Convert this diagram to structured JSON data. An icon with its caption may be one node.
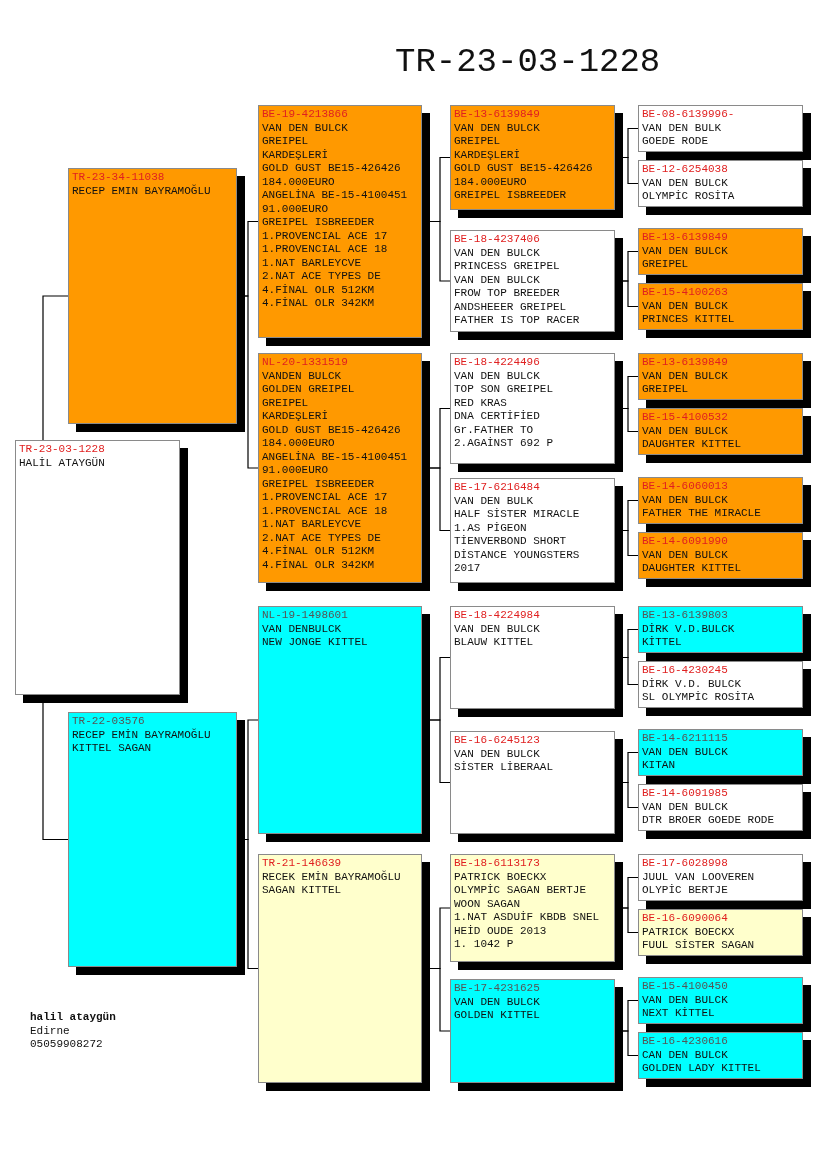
{
  "diagram": {
    "title": "TR-23-03-1228",
    "nodes": [
      {
        "text": [
          "TR-23-03-1228",
          "HALİL ATAYGÜN"
        ]
      },
      {
        "text": [
          "TR-23-34-11038",
          "RECEP EMIN BAYRAMOĞLU"
        ]
      },
      {
        "text": [
          "TR-22-03576",
          "RECEP EMİN BAYRAMOĞLU",
          "KITTEL SAGAN"
        ]
      },
      {
        "text": [
          "BE-19-4213866",
          "VAN DEN BULCK",
          "GREIPEL",
          "KARDEŞLERİ",
          "GOLD GUST BE15-426426",
          "184.000EURO",
          "ANGELİNA BE-15-4100451",
          "91.000EURO",
          "GREIPEL ISBREEDER",
          "1.PROVENCIAL ACE 17",
          "1.PROVENCIAL ACE 18",
          "1.NAT BARLEYCVE",
          "2.NAT ACE TYPES DE",
          "4.FİNAL OLR 512KM 4.FİNAL OLR 342KM"
        ]
      },
      {
        "text": [
          "NL-20-1331519",
          "VANDEN BULCK",
          "GOLDEN GREIPEL",
          "GREIPEL",
          "KARDEŞLERİ",
          "GOLD GUST BE15-426426",
          "184.000EURO",
          "ANGELİNA BE-15-4100451",
          "91.000EURO",
          "GREIPEL ISBREEDER",
          "1.PROVENCIAL ACE 17",
          "1.PROVENCIAL ACE 18",
          "1.NAT BARLEYCVE",
          "2.NAT ACE TYPES DE",
          "4.FİNAL OLR 512KM 4.FİNAL OLR 342KM"
        ]
      },
      {
        "text": [
          "NL-19-1498601",
          "VAN DENBULCK",
          "NEW JONGE KITTEL"
        ]
      },
      {
        "text": [
          "TR-21-146639",
          "RECEK EMİN BAYRAMOĞLU",
          "SAGAN KITTEL"
        ]
      },
      {
        "text": [
          "BE-13-6139849",
          "VAN DEN BULCK",
          "GREIPEL",
          "KARDEŞLERİ",
          "GOLD GUST BE15-426426",
          "184.000EURO",
          "GREIPEL ISBREEDER"
        ]
      },
      {
        "text": [
          "BE-18-4237406",
          "VAN DEN BULCK",
          "PRINCESS GREIPEL",
          "VAN DEN BULCK",
          "FROW TOP BREEDER",
          "ANDSHEEER GREIPEL",
          "FATHER IS TOP RACER"
        ]
      },
      {
        "text": [
          "BE-18-4224496",
          "VAN DEN BULCK",
          "TOP SON GREIPEL",
          "RED KRAS",
          "DNA CERTİFİED",
          "Gr.FATHER TO",
          "2.AGAİNST 692 P"
        ]
      },
      {
        "text": [
          "BE-17-6216484",
          "VAN DEN BULK",
          "HALF SİSTER MIRACLE",
          "1.AS PİGEON",
          "TİENVERBOND SHORT",
          "DİSTANCE YOUNGSTERS",
          "2017"
        ]
      },
      {
        "text": [
          "BE-18-4224984",
          "VAN DEN BULCK",
          "BLAUW KITTEL"
        ]
      },
      {
        "text": [
          "BE-16-6245123",
          "VAN DEN BULCK",
          "SİSTER LİBERAAL"
        ]
      },
      {
        "text": [
          "BE-18-6113173",
          "PATRICK BOECKX",
          "OLYMPİC SAGAN BERTJE",
          "WOON SAGAN",
          "1.NAT ASDUİF KBDB SNEL",
          "HEİD OUDE 2013",
          "1. 1042 P"
        ]
      },
      {
        "text": [
          "BE-17-4231625",
          "VAN DEN BULCK",
          "GOLDEN KITTEL"
        ]
      },
      {
        "text": [
          "BE-08-6139996-",
          "VAN DEN BULK",
          "GOEDE RODE"
        ]
      },
      {
        "text": [
          "BE-12-6254038",
          "VAN DEN BULCK",
          "OLYMPİC ROSİTA"
        ]
      },
      {
        "text": [
          "BE-13-6139849",
          "VAN DEN BULCK",
          "GREIPEL"
        ]
      },
      {
        "text": [
          "BE-15-4100263",
          "VAN DEN BULCK",
          "PRINCES KITTEL"
        ]
      },
      {
        "text": [
          "BE-13-6139849",
          "VAN DEN BULCK",
          "GREIPEL"
        ]
      },
      {
        "text": [
          "BE-15-4100532",
          "VAN DEN BULCK",
          "DAUGHTER KITTEL"
        ]
      },
      {
        "text": [
          "BE-14-6060013",
          "VAN DEN BULCK",
          "FATHER THE MIRACLE"
        ]
      },
      {
        "text": [
          "BE-14-6091990",
          "VAN DEN BULCK",
          "DAUGHTER KITTEL"
        ]
      },
      {
        "text": [
          "BE-13-6139803",
          "DİRK V.D.BULCK",
          "KİTTEL"
        ]
      },
      {
        "text": [
          "BE-16-4230245",
          "DİRK V.D. BULCK",
          "SL OLYMPİC ROSİTA"
        ]
      },
      {
        "text": [
          "BE-14-6211115",
          "VAN DEN BULCK",
          "KITAN"
        ]
      },
      {
        "text": [
          "BE-14-6091985",
          "VAN DEN BULCK",
          "DTR BROER GOEDE RODE"
        ]
      },
      {
        "text": [
          "BE-17-6028998",
          "JUUL VAN LOOVEREN",
          "OLYPİC BERTJE"
        ]
      },
      {
        "text": [
          "BE-16-6090064",
          "PATRICK BOECKX",
          "FUUL SİSTER SAGAN"
        ]
      },
      {
        "text": [
          "BE-15-4100450",
          "VAN DEN BULCK",
          "NEXT KİTTEL"
        ]
      },
      {
        "text": [
          "BE-16-4230616",
          "CAN DEN BULCK",
          "GOLDEN LADY KITTEL"
        ]
      }
    ],
    "edges": [
      {
        "from": 0,
        "to": 1,
        "arrow": "none"
      },
      {
        "from": 0,
        "to": 2,
        "arrow": "none"
      },
      {
        "from": 1,
        "to": 3,
        "arrow": "none"
      },
      {
        "from": 1,
        "to": 4,
        "arrow": "none"
      },
      {
        "from": 2,
        "to": 5,
        "arrow": "none"
      },
      {
        "from": 2,
        "to": 6,
        "arrow": "none"
      },
      {
        "from": 3,
        "to": 7,
        "arrow": "none"
      },
      {
        "from": 3,
        "to": 8,
        "arrow": "none"
      },
      {
        "from": 4,
        "to": 9,
        "arrow": "none"
      },
      {
        "from": 4,
        "to": 10,
        "arrow": "none"
      },
      {
        "from": 5,
        "to": 11,
        "arrow": "none"
      },
      {
        "from": 5,
        "to": 12,
        "arrow": "none"
      },
      {
        "from": 6,
        "to": 13,
        "arrow": "none"
      },
      {
        "from": 6,
        "to": 14,
        "arrow": "none"
      },
      {
        "from": 7,
        "to": 15,
        "arrow": "none"
      },
      {
        "from": 7,
        "to": 16,
        "arrow": "none"
      },
      {
        "from": 8,
        "to": 17,
        "arrow": "none"
      },
      {
        "from": 8,
        "to": 18,
        "arrow": "none"
      },
      {
        "from": 9,
        "to": 19,
        "arrow": "none"
      },
      {
        "from": 9,
        "to": 20,
        "arrow": "none"
      },
      {
        "from": 10,
        "to": 21,
        "arrow": "none"
      },
      {
        "from": 10,
        "to": 22,
        "arrow": "none"
      },
      {
        "from": 11,
        "to": 23,
        "arrow": "none"
      },
      {
        "from": 11,
        "to": 24,
        "arrow": "none"
      },
      {
        "from": 12,
        "to": 25,
        "arrow": "none"
      },
      {
        "from": 12,
        "to": 26,
        "arrow": "none"
      },
      {
        "from": 13,
        "to": 27,
        "arrow": "none"
      },
      {
        "from": 13,
        "to": 28,
        "arrow": "none"
      },
      {
        "from": 14,
        "to": 29,
        "arrow": "none"
      },
      {
        "from": 14,
        "to": 30,
        "arrow": "none"
      }
    ],
    "labels": [
      "halil ataygün",
      "Edirne",
      "05059908272"
    ]
  }
}
